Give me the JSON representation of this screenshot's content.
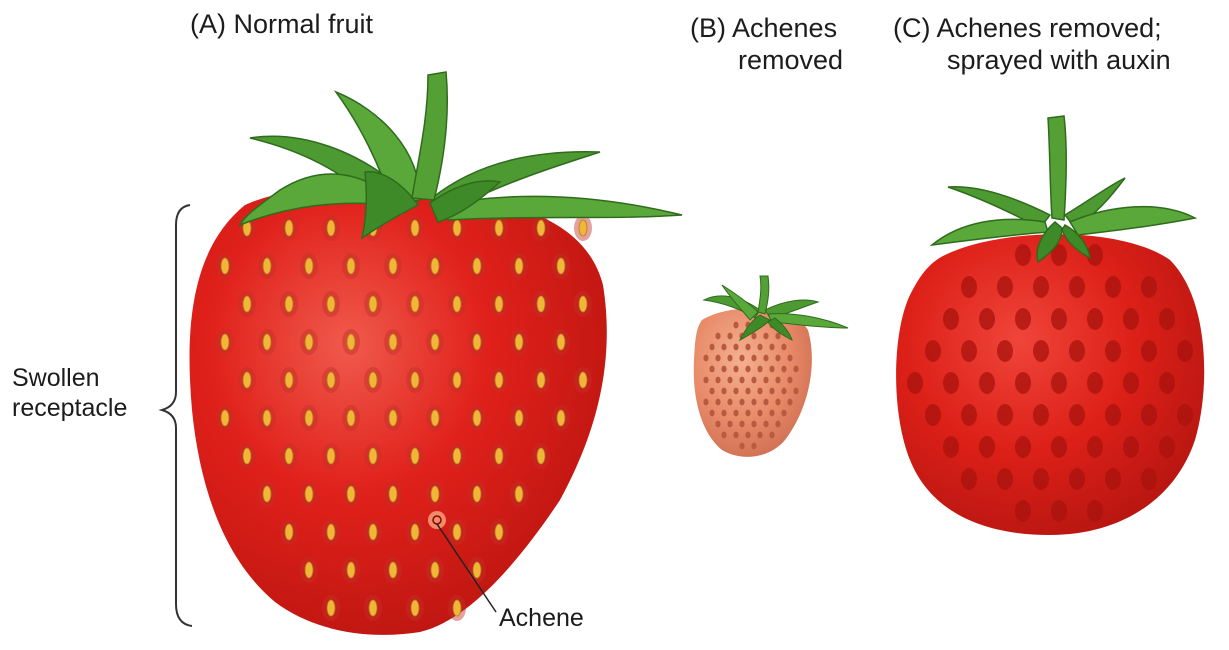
{
  "panels": {
    "a": {
      "title": "(A)  Normal fruit"
    },
    "b": {
      "title_line1": "(B)  Achenes",
      "title_line2": "removed"
    },
    "c": {
      "title_line1": "(C)  Achenes removed;",
      "title_line2": "sprayed with auxin"
    }
  },
  "labels": {
    "receptacle_line1": "Swollen",
    "receptacle_line2": "receptacle",
    "achene": "Achene"
  },
  "colors": {
    "berry_red": "#e0201a",
    "berry_dark": "#b8140f",
    "seed_yellow": "#f0b63a",
    "small_berry": "#e88a68",
    "leaf_green": "#4e9a32",
    "pit_dark": "#a8130e"
  }
}
